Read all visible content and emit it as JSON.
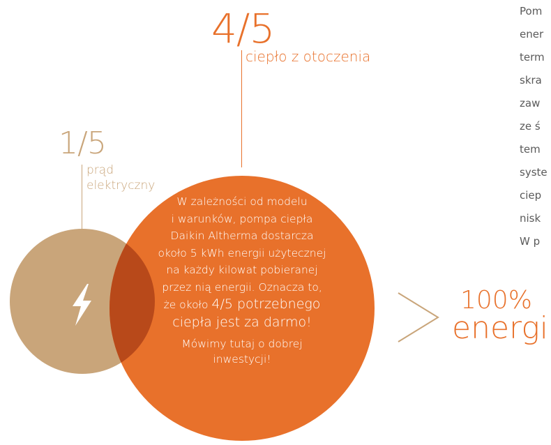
{
  "top_share": {
    "fraction": "4/5",
    "label": "ciepło z otoczenia"
  },
  "left_share": {
    "fraction": "1/5",
    "label_line1": "prąd",
    "label_line2": "elektryczny"
  },
  "orange_circle": {
    "line1": "W zależności od modelu",
    "line2": "i warunków, pompa ciepła",
    "line3": "Daikin Altherma dostarcza",
    "line4": "około 5 kWh energii użytecznej",
    "line5": "na każdy kilowat pobieranej",
    "line6": "przez nią energii. Oznacza to,",
    "line7_prefix": "że około ",
    "line7_emphasis": "4/5 potrzebnego",
    "line8": "ciepła jest za darmo!",
    "line9": "Mówimy tutaj o dobrej",
    "line10": "inwestycji!"
  },
  "result": {
    "percent": "100%",
    "word": "energii"
  },
  "right_column_fragments": [
    "Pom",
    "ener",
    "term",
    "skra",
    "zaw",
    "ze  ś",
    "tem",
    "syste",
    "ciep",
    "nisk",
    "W p"
  ],
  "colors": {
    "orange": "#e8712b",
    "tan": "#c9a57a",
    "overlap": "#b8491a"
  },
  "icons": {
    "lightning": "lightning-bolt-icon",
    "arrow": "chevron-right-arrow-icon"
  }
}
